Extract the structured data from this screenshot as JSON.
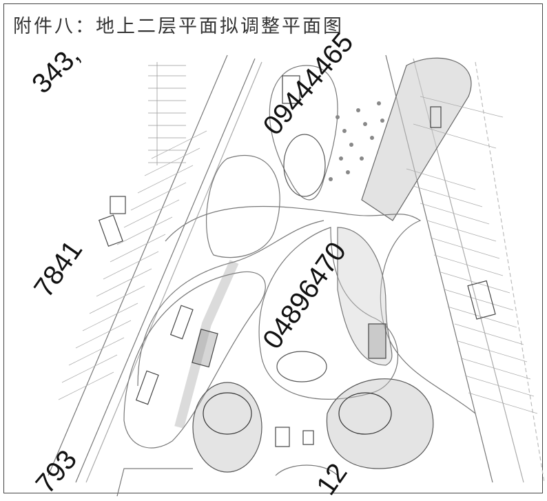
{
  "document": {
    "title": "附件八：地上二层平面拟调整平面图"
  },
  "watermarks": [
    "343,",
    "09444465",
    "7841",
    "04896470",
    "793",
    "12"
  ]
}
